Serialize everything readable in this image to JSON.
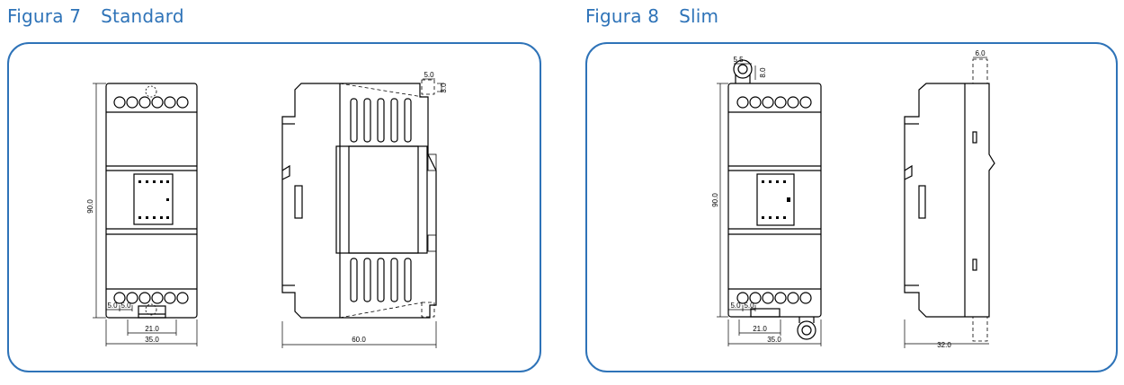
{
  "figures": [
    {
      "number_label": "Figura 7",
      "name": "Standard",
      "dims": {
        "height": "90.0",
        "width_total": "35.0",
        "width_inner": "21.0",
        "terminal_a": "5.0",
        "terminal_b": "5.0",
        "depth": "60.0",
        "top_w": "5.0",
        "top_h": "3.0"
      }
    },
    {
      "number_label": "Figura 8",
      "name": "Slim",
      "dims": {
        "height": "90.0",
        "width_total": "35.0",
        "width_inner": "21.0",
        "terminal_a": "5.0",
        "terminal_b": "5.0",
        "depth": "32.0",
        "top_w": "5.5",
        "top_h": "8.0",
        "side_top": "6.0"
      }
    }
  ],
  "colors": {
    "accent": "#2e73b8",
    "line": "#000000"
  }
}
